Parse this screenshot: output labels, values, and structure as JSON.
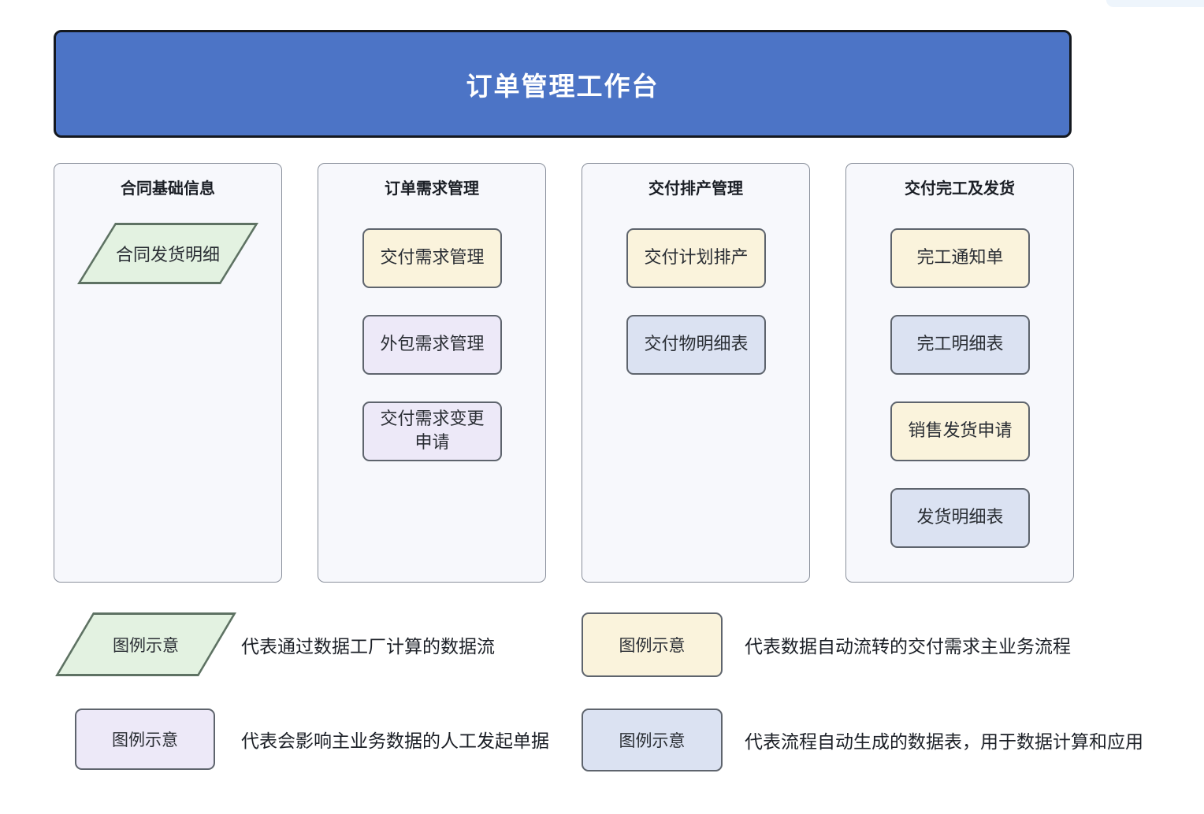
{
  "header": {
    "title": "订单管理工作台"
  },
  "columns": [
    {
      "title": "合同基础信息",
      "nodes": [
        {
          "label": "合同发货明细",
          "type": "data-flow"
        }
      ]
    },
    {
      "title": "订单需求管理",
      "nodes": [
        {
          "label": "交付需求管理",
          "type": "main-flow"
        },
        {
          "label": "外包需求管理",
          "type": "manual-doc"
        },
        {
          "label": "交付需求变更申请",
          "type": "manual-doc"
        }
      ]
    },
    {
      "title": "交付排产管理",
      "nodes": [
        {
          "label": "交付计划排产",
          "type": "main-flow"
        },
        {
          "label": "交付物明细表",
          "type": "data-table"
        }
      ]
    },
    {
      "title": "交付完工及发货",
      "nodes": [
        {
          "label": "完工通知单",
          "type": "main-flow"
        },
        {
          "label": "完工明细表",
          "type": "data-table"
        },
        {
          "label": "销售发货申请",
          "type": "main-flow"
        },
        {
          "label": "发货明细表",
          "type": "data-table"
        }
      ]
    }
  ],
  "legend": {
    "items": [
      {
        "sample_label": "图例示意",
        "shape": "parallelogram-green",
        "description": "代表通过数据工厂计算的数据流"
      },
      {
        "sample_label": "图例示意",
        "shape": "rect-yellow",
        "description": "代表数据自动流转的交付需求主业务流程"
      },
      {
        "sample_label": "图例示意",
        "shape": "rect-purple",
        "description": "代表会影响主业务数据的人工发起单据"
      },
      {
        "sample_label": "图例示意",
        "shape": "rect-bluegray",
        "description": "代表流程自动生成的数据表，用于数据计算和应用"
      }
    ]
  },
  "colors": {
    "header_bg": "#4C74C6",
    "column_bg": "#F7F8FC",
    "shape_data_flow": "#E3F2E1",
    "shape_main_flow": "#FAF3DC",
    "shape_manual_doc": "#EDE9F8",
    "shape_data_table": "#DBE2F2"
  }
}
